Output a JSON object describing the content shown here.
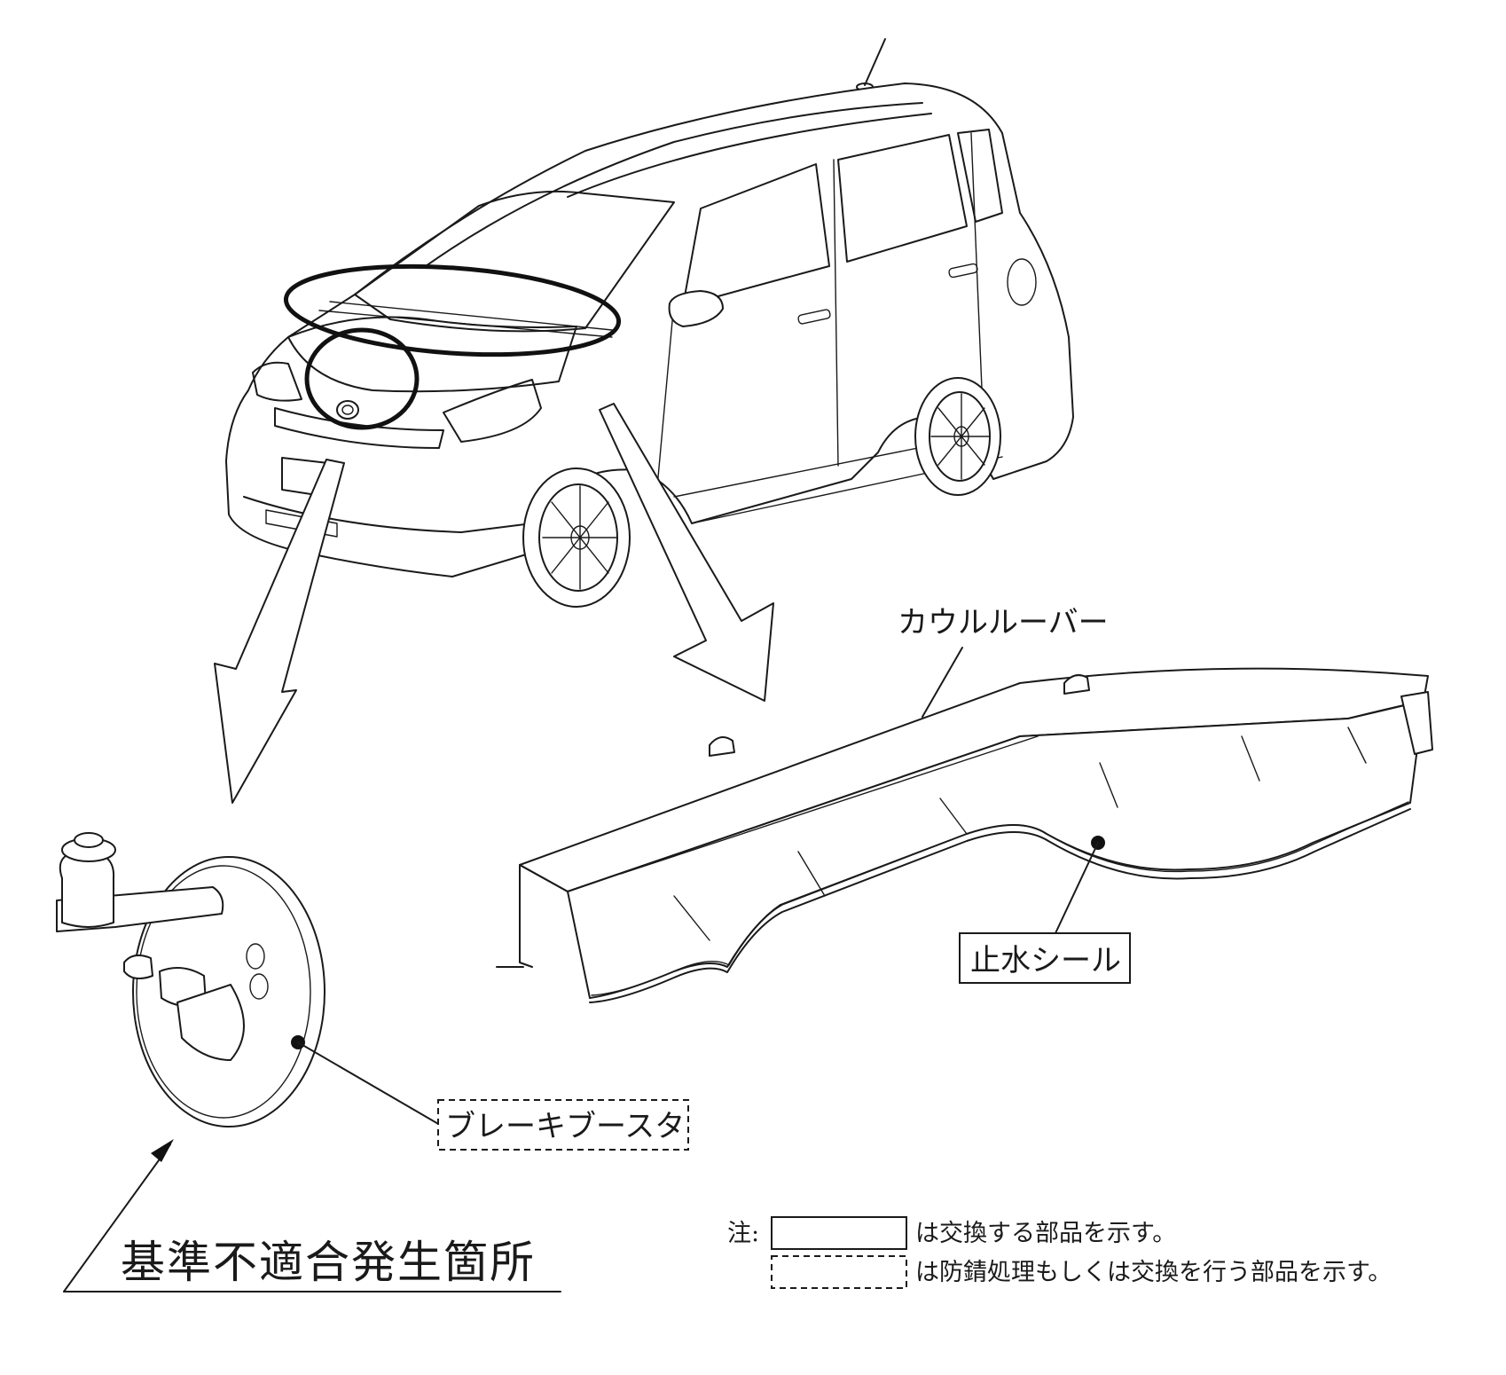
{
  "labels": {
    "cowl_louver": "カウルルーバー",
    "water_seal": "止水シール",
    "brake_booster": "ブレーキブースタ",
    "defect_location": "基準不適合発生箇所"
  },
  "legend": {
    "prefix": "注:",
    "solid_text": "は交換する部品を示す。",
    "dashed_text": "は防錆処理もしくは交換を行う部品を示す。"
  },
  "parts": {
    "vehicle": "vehicle-drawing",
    "cowl": "cowl-louver-drawing",
    "booster": "brake-booster-drawing"
  }
}
